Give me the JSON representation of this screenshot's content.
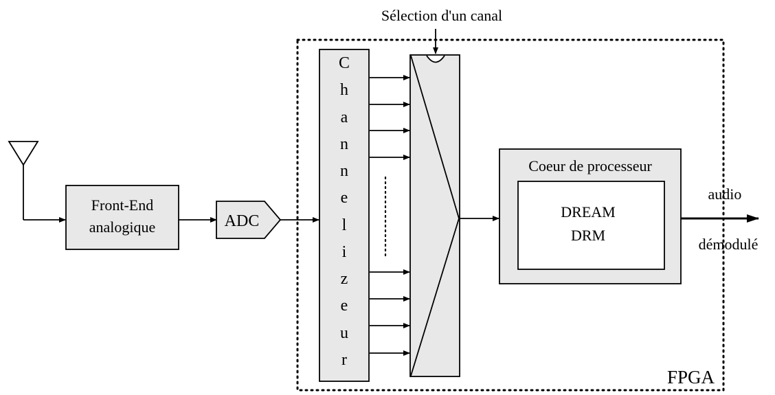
{
  "title": "Sélection d'un canal",
  "blocks": {
    "front_end": [
      "Front-End",
      "analogique"
    ],
    "adc": "ADC",
    "channelizer_letters": [
      "C",
      "h",
      "a",
      "n",
      "n",
      "e",
      "l",
      "i",
      "z",
      "e",
      "u",
      "r"
    ],
    "core": {
      "title": "Coeur de processeur",
      "inner": [
        "DREAM",
        "DRM"
      ]
    },
    "fpga": "FPGA"
  },
  "output": [
    "audio",
    "démodulé"
  ],
  "colors": {
    "block_fill": "#e8e8e8",
    "stroke": "#000000"
  },
  "icons": {
    "antenna": "antenna-icon"
  }
}
